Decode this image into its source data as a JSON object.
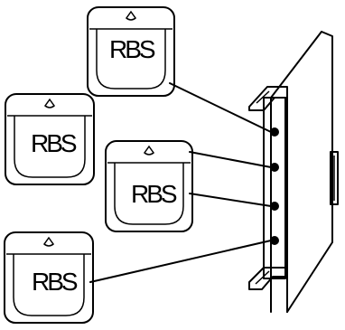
{
  "diagram": {
    "modules": [
      {
        "label": "RBS"
      },
      {
        "label": "RBS"
      },
      {
        "label": "RBS"
      },
      {
        "label": "RBS"
      }
    ]
  }
}
